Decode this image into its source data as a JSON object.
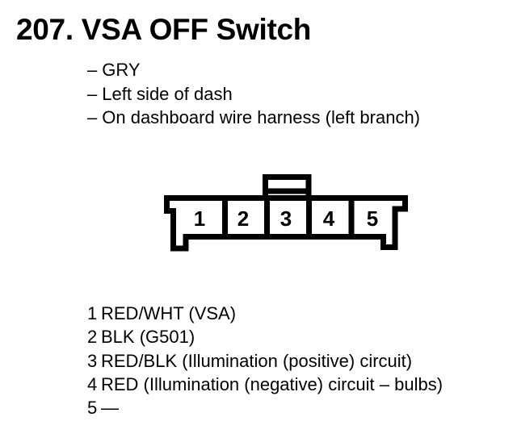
{
  "title": "207. VSA OFF Switch",
  "bullets": [
    {
      "dash": "–",
      "text": "GRY"
    },
    {
      "dash": "–",
      "text": "Left side of dash"
    },
    {
      "dash": "–",
      "text": "On dashboard wire harness (left branch)"
    }
  ],
  "connector": {
    "type": "5-pin connector, face view",
    "pins": [
      "1",
      "2",
      "3",
      "4",
      "5"
    ]
  },
  "pin_table": {
    "rows": [
      {
        "pin": "1",
        "desc": "RED/WHT (VSA)"
      },
      {
        "pin": "2",
        "desc": "BLK (G501)"
      },
      {
        "pin": "3",
        "desc": "RED/BLK (Illumination (positive) circuit)"
      },
      {
        "pin": "4",
        "desc": "RED (Illumination (negative) circuit – bulbs)"
      },
      {
        "pin": "5",
        "desc": "—"
      }
    ]
  },
  "colors": {
    "ink": "#000000",
    "paper": "#ffffff"
  }
}
